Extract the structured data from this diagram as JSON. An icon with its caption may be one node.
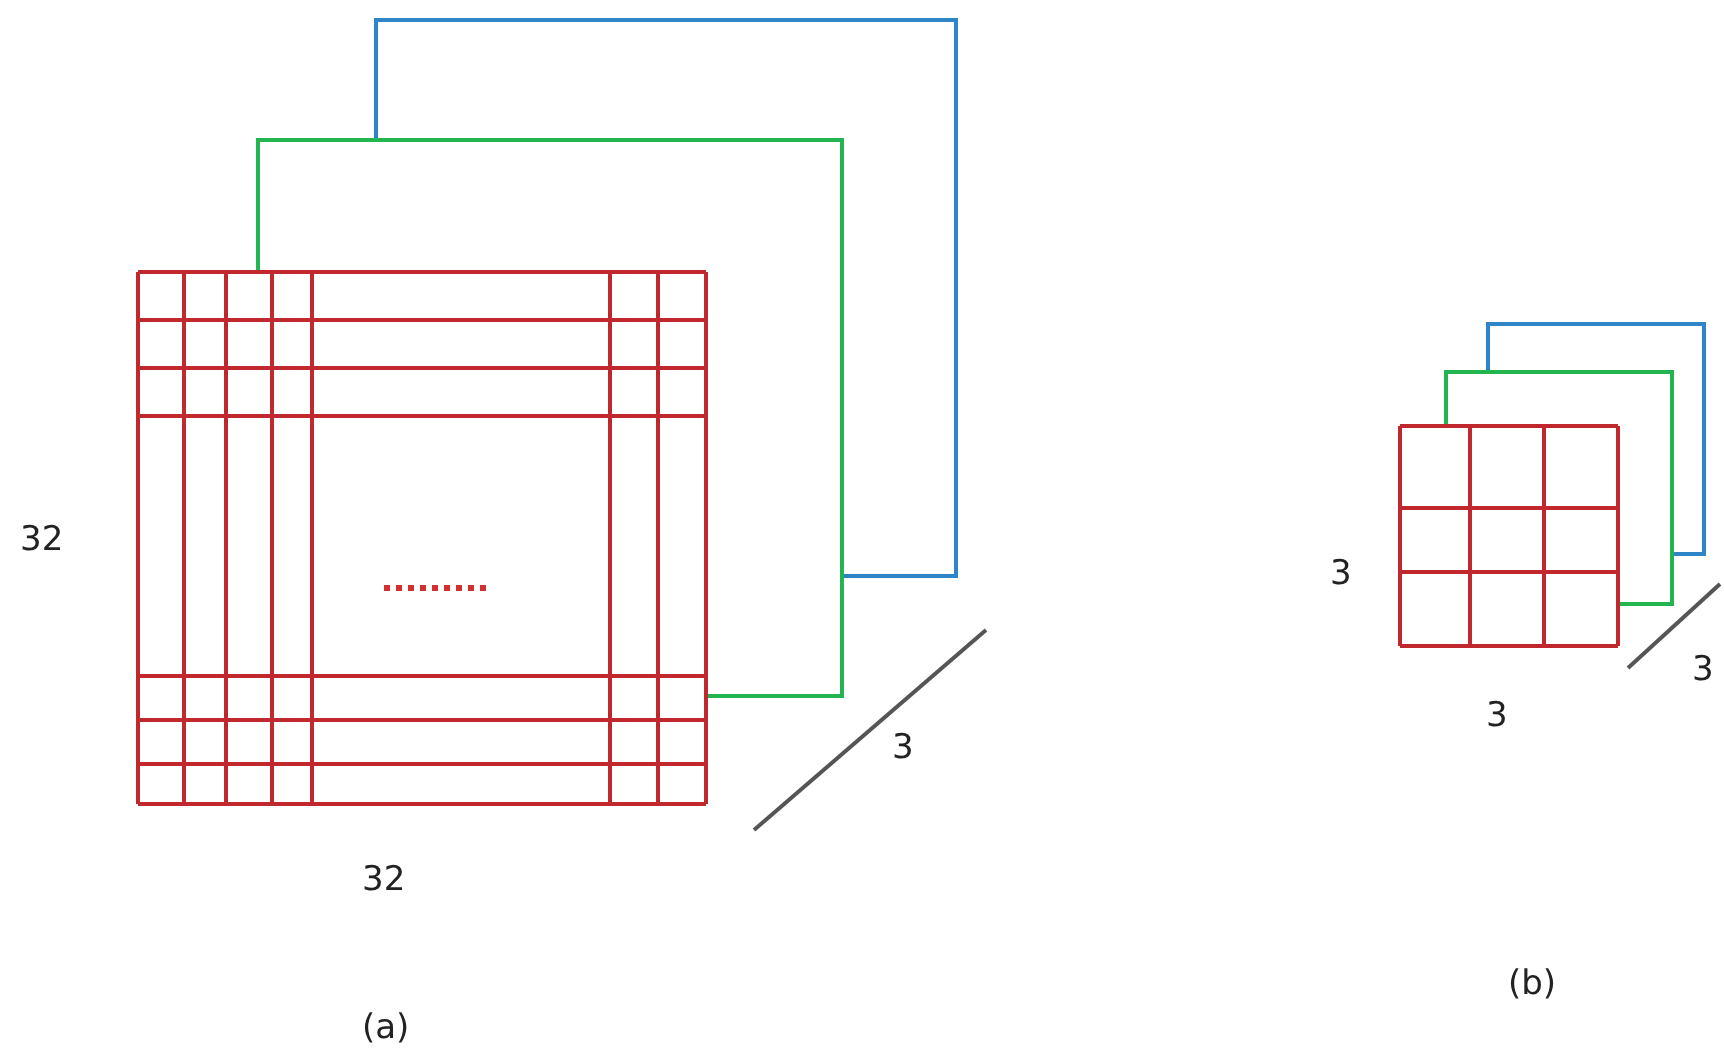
{
  "diagram": {
    "labels": [
      "32",
      "3",
      "32",
      "(a)",
      "3",
      "3",
      "3",
      "(b)"
    ]
  }
}
